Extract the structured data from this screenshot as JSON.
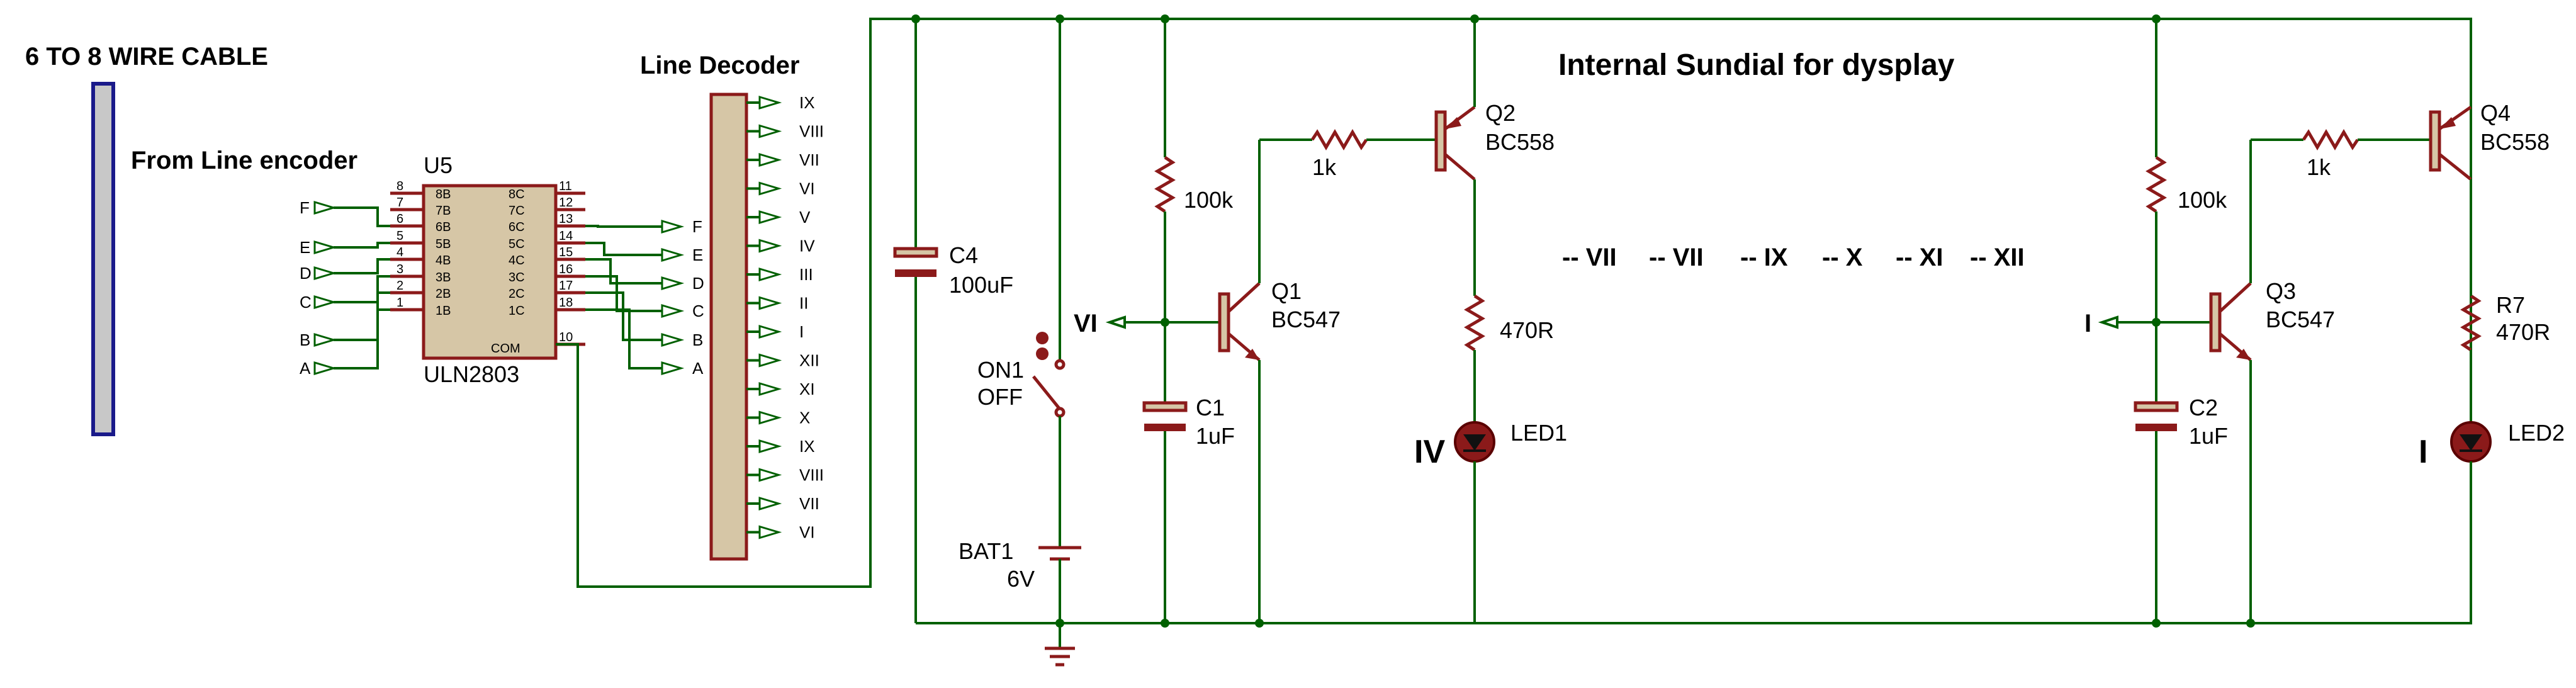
{
  "texts": {
    "cable_title": "6 TO 8 WIRE CABLE",
    "encoder_title": "From Line encoder",
    "decoder_title": "Line Decoder",
    "sundial_title": "Internal Sundial for dysplay",
    "u5_ref": "U5",
    "u5_part": "ULN2803",
    "u5_com": "COM",
    "c4_ref": "C4",
    "c4_val": "100uF",
    "sw_ref": "ON1",
    "sw_val": "OFF",
    "bat_ref": "BAT1",
    "bat_val": "6V",
    "r1_val": "100k",
    "r2_val": "1k",
    "c1_ref": "C1",
    "c1_val": "1uF",
    "q1_ref": "Q1",
    "q1_val": "BC547",
    "q2_ref": "Q2",
    "q2_val": "BC558",
    "r3_val": "470R",
    "led1_ref": "LED1",
    "led1_num": "IV",
    "in1_label": "VI",
    "seq": [
      "-- VII",
      "-- VII",
      "-- IX",
      "-- X",
      "-- XI",
      "-- XII"
    ],
    "r4_val": "100k",
    "r5_val": "1k",
    "c2_ref": "C2",
    "c2_val": "1uF",
    "q3_ref": "Q3",
    "q3_val": "BC547",
    "q4_ref": "Q4",
    "q4_val": "BC558",
    "r7_ref": "R7",
    "r7_val": "470R",
    "led2_ref": "LED2",
    "led2_num": "I",
    "in2_label": "I"
  },
  "left_inputs": [
    "F",
    "E",
    "D",
    "C",
    "B",
    "A"
  ],
  "u5_pins_left_names": [
    "8B",
    "7B",
    "6B",
    "5B",
    "4B",
    "3B",
    "2B",
    "1B"
  ],
  "u5_pins_left_nums": [
    "8",
    "7",
    "6",
    "5",
    "4",
    "3",
    "2",
    "1"
  ],
  "u5_pins_right_names": [
    "8C",
    "7C",
    "6C",
    "5C",
    "4C",
    "3C",
    "2C",
    "1C"
  ],
  "u5_pins_right_nums": [
    "11",
    "12",
    "13",
    "14",
    "15",
    "16",
    "17",
    "18",
    "10"
  ],
  "mid_outputs": [
    "F",
    "E",
    "D",
    "C",
    "B",
    "A"
  ],
  "decoder_outputs": [
    "IX",
    "VIII",
    "VII",
    "VI",
    "V",
    "IV",
    "III",
    "II",
    "I",
    "XII",
    "XI",
    "X",
    "IX",
    "VIII",
    "VII",
    "VI"
  ],
  "colors": {
    "wire": "#006000",
    "part": "#8B1A1A",
    "body": "#d6c6a6",
    "cable_border": "#1a1a8a"
  }
}
